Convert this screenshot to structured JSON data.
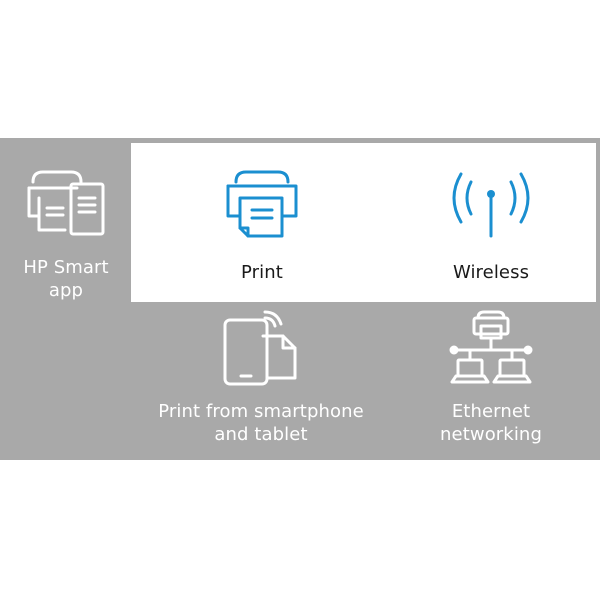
{
  "features": {
    "smart_app": {
      "label": "HP Smart\napp",
      "label_line1": "HP Smart",
      "label_line2": "app",
      "icon": "printer-and-document-icon"
    },
    "print": {
      "label": "Print",
      "icon": "printer-icon"
    },
    "wireless": {
      "label": "Wireless",
      "icon": "wireless-antenna-icon"
    },
    "mobile": {
      "label_line1": "Print from smartphone",
      "label_line2": "and tablet",
      "icon": "tablet-print-icon"
    },
    "ethernet": {
      "label_line1": "Ethernet",
      "label_line2": "networking",
      "icon": "ethernet-network-icon"
    }
  },
  "colors": {
    "band": "#a9a9a9",
    "highlight": "#ffffff",
    "accent": "#1b8fd0",
    "label_on_gray": "#ffffff",
    "label_on_white": "#1a1a1a"
  }
}
